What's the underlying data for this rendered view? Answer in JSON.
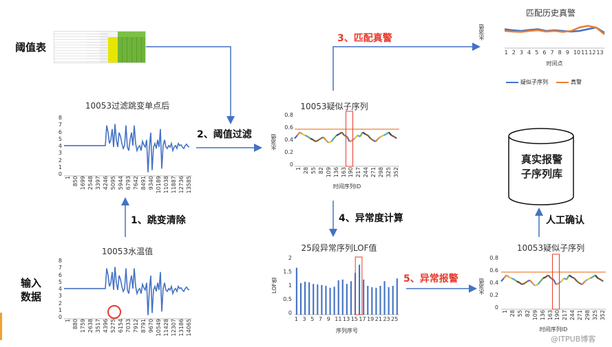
{
  "labels": {
    "threshold_table": "阈值表",
    "input_data_line1": "输入",
    "input_data_line2": "数据"
  },
  "steps": {
    "s1": "1、跳变清除",
    "s2": "2、阈值过滤",
    "s3": "3、匹配真警",
    "s4": "4、异常度计算",
    "s5": "5、异常报警",
    "manual": "人工确认"
  },
  "database": {
    "line1": "真实报警",
    "line2": "子序列库"
  },
  "chart_raw": {
    "title": "10053水温值",
    "yticks": [
      "8",
      "7",
      "6",
      "5",
      "4",
      "3",
      "2",
      "1",
      "0"
    ],
    "xticks": [
      "1",
      "880",
      "1759",
      "2638",
      "3517",
      "4396",
      "5275",
      "6154",
      "7033",
      "7912",
      "8791",
      "9670",
      "10549",
      "11428",
      "12307",
      "13186",
      "14065"
    ]
  },
  "chart_filtered": {
    "title": "10053过滤跳变单点后",
    "yticks": [
      "8",
      "7",
      "6",
      "5",
      "4",
      "3",
      "2",
      "1",
      "0"
    ],
    "xticks": [
      "1",
      "850",
      "1699",
      "2548",
      "3397",
      "4246",
      "5095",
      "5944",
      "6793",
      "7642",
      "8491",
      "9340",
      "10189",
      "11038",
      "11887",
      "12736",
      "13585"
    ]
  },
  "chart_suspect": {
    "title": "10053疑似子序列",
    "ylabel": "水温值",
    "xlabel": "时间序列ID",
    "yticks": [
      "0.8",
      "0.6",
      "0.4",
      "0.2",
      "0"
    ],
    "xticks": [
      "1",
      "28",
      "55",
      "82",
      "109",
      "136",
      "163",
      "190",
      "217",
      "244",
      "271",
      "298",
      "325",
      "352"
    ],
    "threshold": 0.6
  },
  "chart_lof": {
    "title": "25段异常序列LOF值",
    "ylabel": "LOF值",
    "xlabel": "序列序号",
    "yticks": [
      "2",
      "1.5",
      "1",
      "0.5",
      "0"
    ],
    "xticks": [
      "1",
      "3",
      "5",
      "7",
      "9",
      "11",
      "13",
      "15",
      "17",
      "19",
      "21",
      "23",
      "25"
    ],
    "values": [
      1.71,
      1.15,
      1.2,
      1.18,
      1.12,
      1.1,
      1.08,
      1.05,
      0.98,
      1.02,
      1.25,
      1.28,
      1.12,
      1.22,
      1.52,
      1.82,
      1.28,
      1.05,
      1.0,
      0.98,
      1.05,
      1.22,
      1.0,
      1.05,
      1.32
    ]
  },
  "chart_alarm": {
    "title": "10053疑似子序列",
    "ylabel": "水温值",
    "xlabel": "时间序列ID",
    "yticks": [
      "0.8",
      "0.6",
      "0.4",
      "0.2",
      "0"
    ],
    "xticks": [
      "1",
      "28",
      "55",
      "82",
      "109",
      "136",
      "163",
      "190",
      "217",
      "244",
      "271",
      "298",
      "325",
      "352"
    ]
  },
  "chart_history": {
    "title": "匹配历史真警",
    "ylabel": "水温值",
    "xlabel": "时间点",
    "xticks": [
      "1",
      "2",
      "3",
      "4",
      "5",
      "6",
      "7",
      "8",
      "9",
      "10",
      "11",
      "12",
      "13"
    ],
    "legend": [
      "疑似子序列",
      "真警"
    ],
    "colors": {
      "series_suspect": "#4472c4",
      "series_true": "#ed7d31"
    }
  },
  "watermark": "@ITPUB博客"
}
